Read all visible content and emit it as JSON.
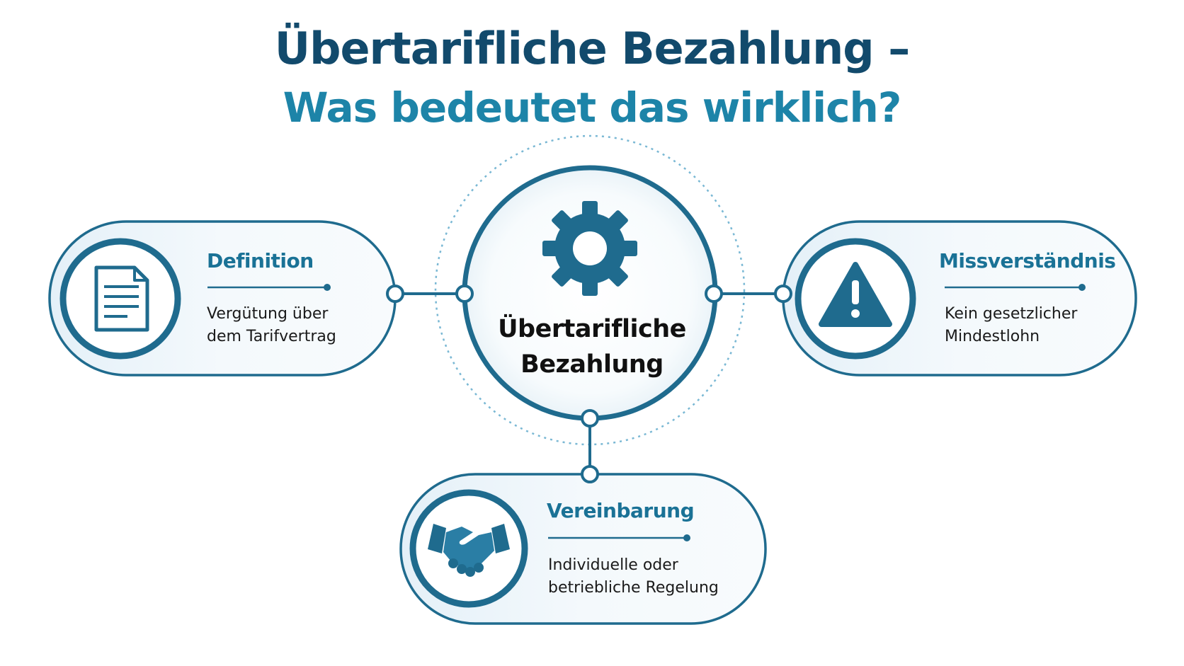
{
  "title": {
    "line1": "Übertarifliche Bezahlung –",
    "line2": "Was bedeutet das wirklich?"
  },
  "center": {
    "label_line1": "Übertarifliche",
    "label_line2": "Bezahlung",
    "icon": "gear-icon"
  },
  "nodes": [
    {
      "title": "Definition",
      "desc_line1": "Vergütung über",
      "desc_line2": "dem Tarifvertrag",
      "icon": "document-icon"
    },
    {
      "title": "Missverständnis",
      "desc_line1": "Kein gesetzlicher",
      "desc_line2": "Mindestlohn",
      "icon": "warning-icon"
    },
    {
      "title": "Vereinbarung",
      "desc_line1": "Individuelle oder",
      "desc_line2": "betriebliche Regelung",
      "icon": "handshake-icon"
    }
  ],
  "colors": {
    "dark_blue": "#124a6c",
    "accent_blue": "#1d84a8",
    "line_blue": "#1f6b8e",
    "box_fill": "#eef6fb"
  }
}
